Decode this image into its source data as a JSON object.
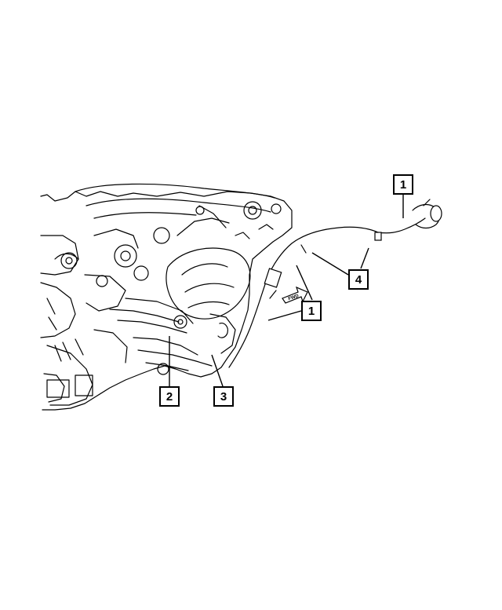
{
  "callouts": [
    {
      "id": "c1-top",
      "label": "1"
    },
    {
      "id": "c4",
      "label": "4"
    },
    {
      "id": "c1-mid",
      "label": "1"
    },
    {
      "id": "c2",
      "label": "2"
    },
    {
      "id": "c3",
      "label": "3"
    }
  ],
  "fwd_label": "FWD",
  "colors": {
    "line": "#000000",
    "background": "#ffffff"
  }
}
